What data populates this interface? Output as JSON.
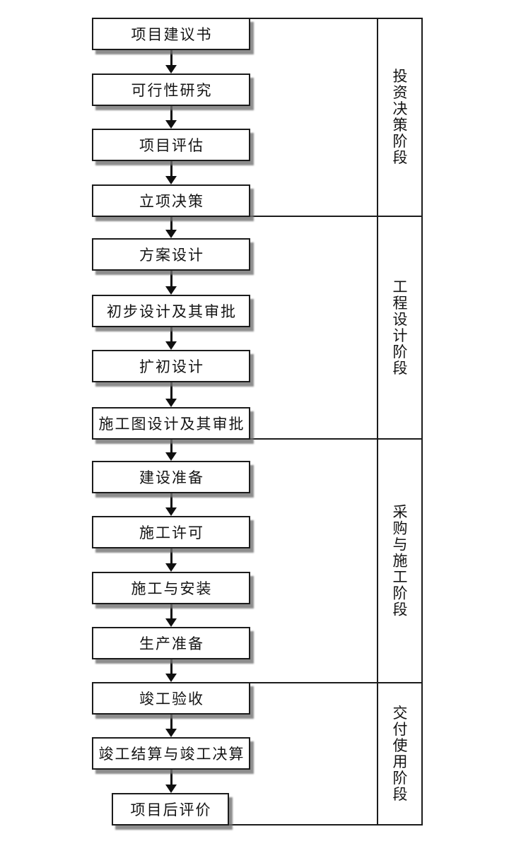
{
  "flow": {
    "steps": [
      {
        "label": "项目建议书"
      },
      {
        "label": "可行性研究"
      },
      {
        "label": "项目评估"
      },
      {
        "label": "立项决策"
      },
      {
        "label": "方案设计"
      },
      {
        "label": "初步设计及其审批"
      },
      {
        "label": "扩初设计"
      },
      {
        "label": "施工图设计及其审批"
      },
      {
        "label": "建设准备"
      },
      {
        "label": "施工许可"
      },
      {
        "label": "施工与安装"
      },
      {
        "label": "生产准备"
      },
      {
        "label": "竣工验收"
      },
      {
        "label": "竣工结算与竣工决算"
      },
      {
        "label": "项目后评价"
      }
    ]
  },
  "phases": [
    {
      "label": "投资决策阶段"
    },
    {
      "label": "工程设计阶段"
    },
    {
      "label": "采购与施工阶段"
    },
    {
      "label": "交付使用阶段"
    }
  ],
  "colors": {
    "line": "#1c1c1c",
    "shadow": "#707070",
    "background": "#ffffff",
    "text": "#141414"
  }
}
